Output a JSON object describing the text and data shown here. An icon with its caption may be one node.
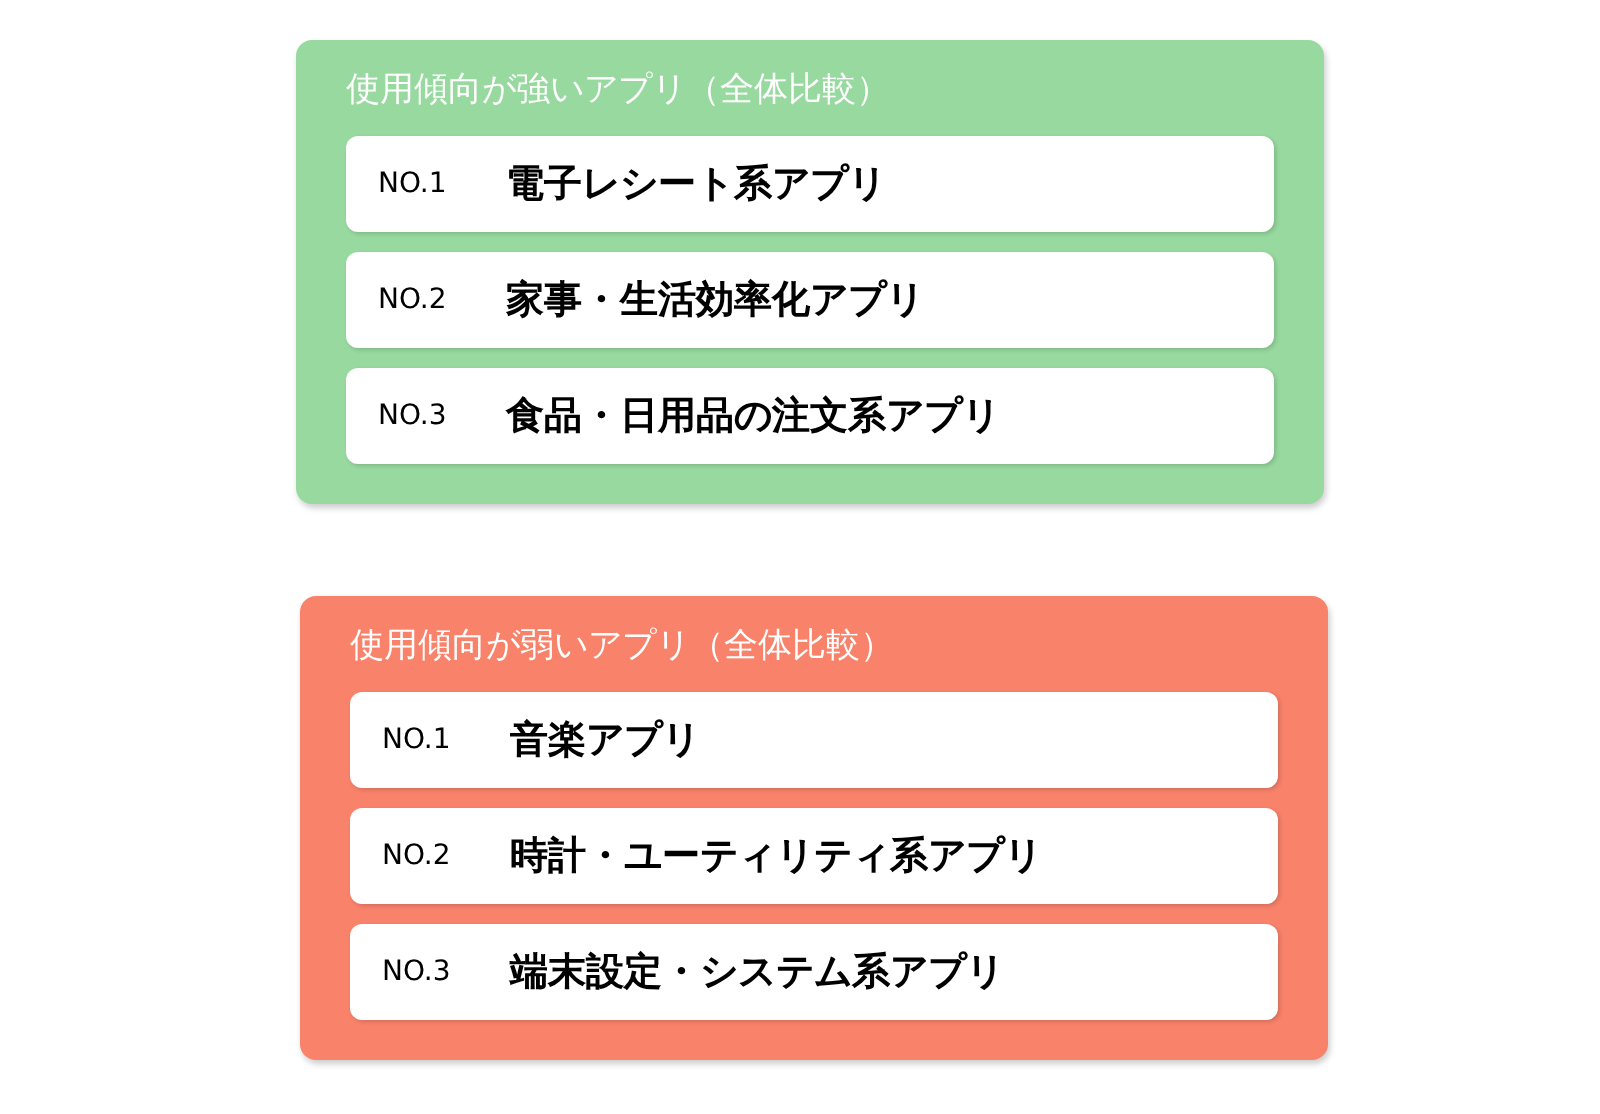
{
  "diagram": {
    "nodes": [
      {
        "text": [
          "使用傾向が強いアプリ（全体比較）"
        ]
      },
      {
        "text": [
          "NO.1",
          "電子レシート系アプリ"
        ],
        "in": 0
      },
      {
        "text": [
          "NO.2",
          "家事・生活効率化アプリ"
        ],
        "in": 0
      },
      {
        "text": [
          "NO.3",
          "食品・日用品の注文系アプリ"
        ],
        "in": 0
      },
      {
        "text": [
          "使用傾向が弱いアプリ（全体比較）"
        ]
      },
      {
        "text": [
          "NO.1",
          "音楽アプリ"
        ],
        "in": 4
      },
      {
        "text": [
          "NO.2",
          "時計・ユーティリティ系アプリ"
        ],
        "in": 4
      },
      {
        "text": [
          "NO.3",
          "端末設定・システム系アプリ"
        ],
        "in": 4
      }
    ]
  }
}
